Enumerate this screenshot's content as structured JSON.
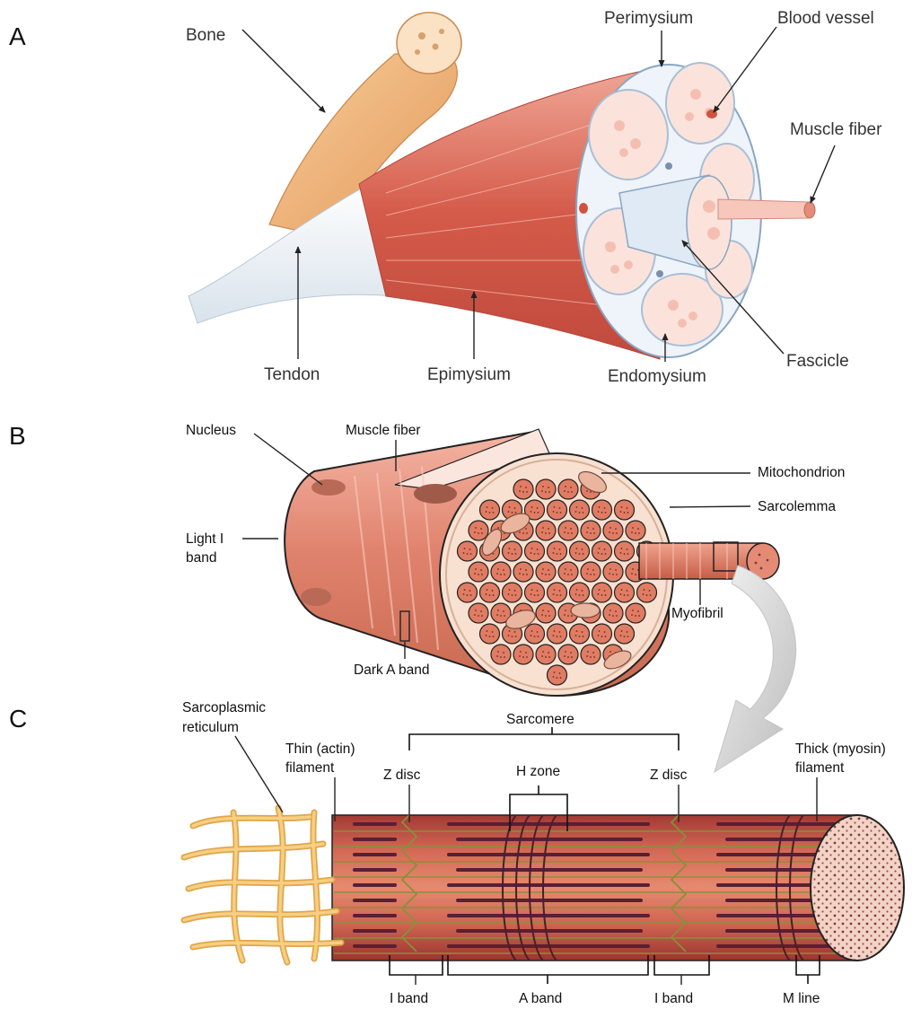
{
  "panels": {
    "a": {
      "letter": "A",
      "labels": {
        "bone": "Bone",
        "perimysium": "Perimysium",
        "blood_vessel": "Blood vessel",
        "muscle_fiber": "Muscle fiber",
        "tendon": "Tendon",
        "epimysium": "Epimysium",
        "endomysium": "Endomysium",
        "fascicle": "Fascicle"
      }
    },
    "b": {
      "letter": "B",
      "labels": {
        "nucleus": "Nucleus",
        "muscle_fiber": "Muscle fiber",
        "mitochondrion": "Mitochondrion",
        "sarcolemma": "Sarcolemma",
        "light_band_1": "Light I",
        "light_band_2": "band",
        "myofibril": "Myofibril",
        "dark_band": "Dark A band"
      }
    },
    "c": {
      "letter": "C",
      "labels": {
        "sarcoplasmic_1": "Sarcoplasmic",
        "sarcoplasmic_2": "reticulum",
        "sarcomere": "Sarcomere",
        "thin_1": "Thin (actin)",
        "thin_2": "filament",
        "z_disc_left": "Z disc",
        "h_zone": "H zone",
        "z_disc_right": "Z disc",
        "thick_1": "Thick (myosin)",
        "thick_2": "filament",
        "i_band_left": "I band",
        "a_band": "A band",
        "i_band_right": "I band",
        "m_line": "M line"
      }
    }
  },
  "colors": {
    "muscle_red": "#d9614f",
    "muscle_light": "#f2b7a5",
    "bone": "#efb67c",
    "tendon": "#f3f5f8",
    "fascicle_fill": "#fbe3dc",
    "fiber": "#e07c63",
    "reticulum": "#f5c36c",
    "thick_filament": "#5a1f33",
    "thin_filament": "#8a8f3a"
  }
}
